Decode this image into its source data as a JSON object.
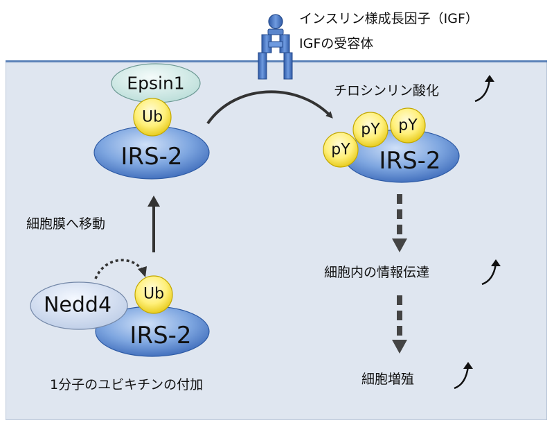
{
  "receptor": {
    "ligand_label": "インスリン様成長因子（IGF）",
    "receptor_label": "IGFの受容体"
  },
  "top_left": {
    "epsin": "Epsin1",
    "ub": "Ub",
    "irs": "IRS-2"
  },
  "top_right": {
    "phosphorylation_label": "チロシンリン酸化",
    "py": [
      "pY",
      "pY",
      "pY"
    ],
    "irs": "IRS-2"
  },
  "left_middle": {
    "move_label": "細胞膜へ移動"
  },
  "bottom_left": {
    "nedd4": "Nedd4",
    "ub": "Ub",
    "irs": "IRS-2",
    "caption": "1分子のユビキチンの付加"
  },
  "right_middle": {
    "signal_label": "細胞内の情報伝達",
    "proliferation_label": "細胞増殖"
  },
  "colors": {
    "cytoplasm": "#dfe6f0",
    "membrane": "#5b82b8",
    "irs_fill": "#4f7fc9",
    "ub_fill": "#ffec5a",
    "epsin_fill": "#cfe9e5",
    "receptor_fill": "#4a76c0"
  }
}
